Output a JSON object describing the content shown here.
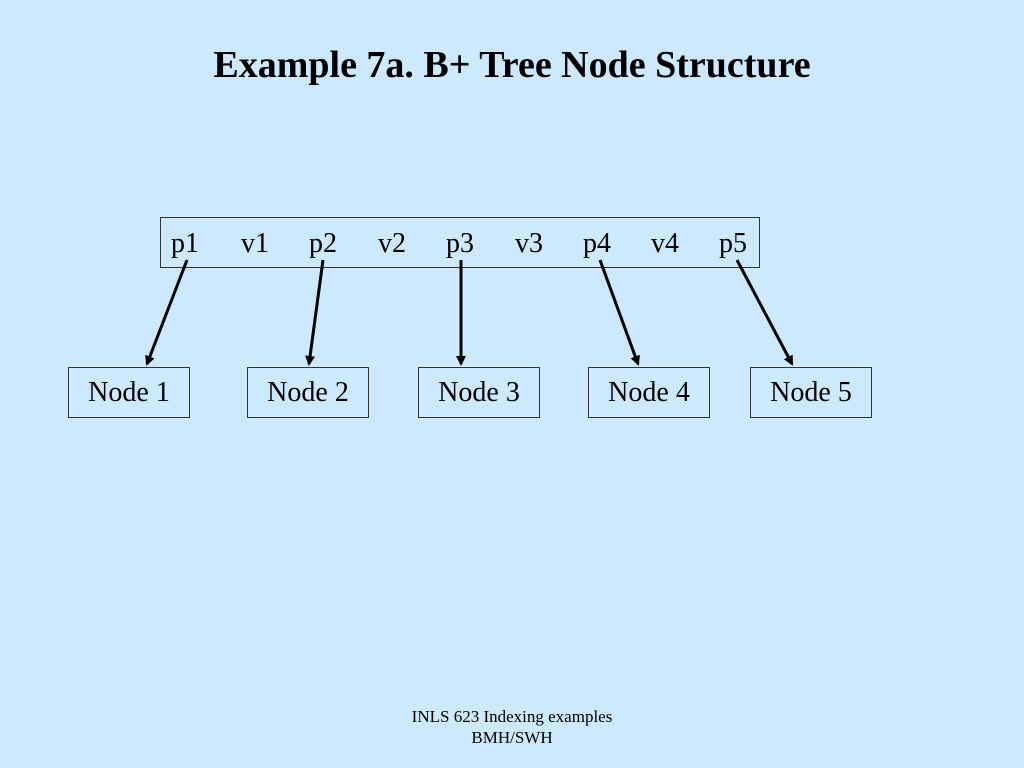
{
  "slide": {
    "title": "Example 7a. B+ Tree Node Structure"
  },
  "root_node": {
    "entries": [
      "p1",
      "v1",
      "p2",
      "v2",
      "p3",
      "v3",
      "p4",
      "v4",
      "p5"
    ]
  },
  "child_nodes": [
    "Node 1",
    "Node 2",
    "Node 3",
    "Node 4",
    "Node 5"
  ],
  "footer": {
    "line1": "INLS 623 Indexing examples",
    "line2": "BMH/SWH"
  }
}
